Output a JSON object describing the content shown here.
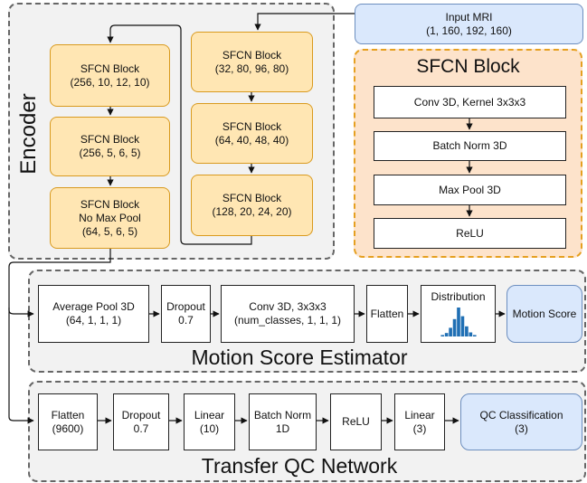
{
  "encoder": {
    "title": "Encoder",
    "left_column": [
      {
        "name": "SFCN Block",
        "shape": "(256, 10, 12, 10)"
      },
      {
        "name": "SFCN Block",
        "shape": "(256, 5, 6, 5)"
      },
      {
        "name": "SFCN Block",
        "subtitle": "No Max Pool",
        "shape": "(64, 5, 6, 5)"
      }
    ],
    "right_column": [
      {
        "name": "SFCN Block",
        "shape": "(32, 80, 96, 80)"
      },
      {
        "name": "SFCN Block",
        "shape": "(64, 40, 48, 40)"
      },
      {
        "name": "SFCN Block",
        "shape": "(128, 20, 24, 20)"
      }
    ]
  },
  "input": {
    "label": "Input MRI",
    "shape": "(1, 160, 192, 160)"
  },
  "sfcn_detail": {
    "title": "SFCN Block",
    "layers": [
      "Conv 3D, Kernel 3x3x3",
      "Batch Norm 3D",
      "Max Pool 3D",
      "ReLU"
    ]
  },
  "motion": {
    "title": "Motion Score Estimator",
    "layers": [
      {
        "line1": "Average Pool 3D",
        "line2": "(64, 1, 1, 1)"
      },
      {
        "line1": "Dropout",
        "line2": "0.7"
      },
      {
        "line1": "Conv 3D, 3x3x3",
        "line2": "(num_classes, 1, 1, 1)"
      },
      {
        "line1": "Flatten",
        "line2": ""
      },
      {
        "line1": "Distribution",
        "line2": ""
      }
    ],
    "output": "Motion Score",
    "histogram": [
      0.05,
      0.12,
      0.3,
      0.6,
      1.0,
      0.7,
      0.35,
      0.14,
      0.05
    ]
  },
  "transfer": {
    "title": "Transfer QC Network",
    "layers": [
      {
        "line1": "Flatten",
        "line2": "(9600)"
      },
      {
        "line1": "Dropout",
        "line2": "0.7"
      },
      {
        "line1": "Linear",
        "line2": "(10)"
      },
      {
        "line1": "Batch Norm",
        "line2": "1D"
      },
      {
        "line1": "ReLU",
        "line2": ""
      },
      {
        "line1": "Linear",
        "line2": "(3)"
      }
    ],
    "output": {
      "line1": "QC Classification",
      "line2": "(3)"
    }
  },
  "colors": {
    "accent_blue": "#dae8fc",
    "encoder_orange": "#ffe6b3",
    "histogram_bar": "#1f6fb4"
  }
}
